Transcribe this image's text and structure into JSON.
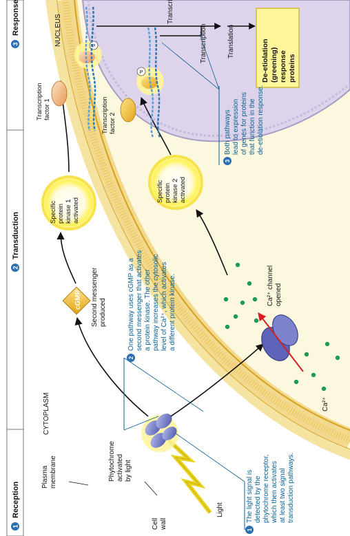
{
  "stages": [
    {
      "number": "1",
      "label": "Reception"
    },
    {
      "number": "2",
      "label": "Transduction"
    },
    {
      "number": "3",
      "label": "Response"
    }
  ],
  "regions": {
    "nucleus": "NUCLEUS",
    "cytoplasm": "CYTOPLASM"
  },
  "labels": {
    "plasma_membrane": [
      "Plasma",
      "membrane"
    ],
    "cell_wall": [
      "Cell",
      "wall"
    ],
    "light": "Light",
    "phytochrome": [
      "Phytochrome",
      "activated",
      "by light"
    ],
    "cgmp": "cGMP",
    "second_messenger": [
      "Second messenger",
      "produced"
    ],
    "kinase1": [
      "Specific",
      "protein",
      "kinase 1",
      "activated"
    ],
    "kinase2": [
      "Specific",
      "protein",
      "kinase 2",
      "activated"
    ],
    "tf1": [
      "Transcription",
      "factor 1"
    ],
    "tf2": [
      "Transcription",
      "factor 2"
    ],
    "p": "P",
    "transcription": "Transcription",
    "translation": "Translation",
    "proteins": [
      "De-etiolation",
      "(greening)",
      "response",
      "proteins"
    ],
    "ca_channel": [
      "Ca²⁺ channel",
      "opened"
    ],
    "ca_ion": "Ca²⁺"
  },
  "captions": {
    "step1": {
      "number": "1",
      "lines": [
        "The light signal is",
        "detected by the",
        "phytochrome receptor,",
        "which then activates",
        "at least two signal",
        "transduction pathways."
      ]
    },
    "step2": {
      "number": "2",
      "lines": [
        "One pathway uses cGMP as a",
        "second messenger that activates",
        "a protein kinase. The other",
        "pathway increases the cytosolic",
        "level of Ca²⁺, which activates",
        "a different protein kinase."
      ]
    },
    "step3": {
      "number": "3",
      "lines": [
        "Both pathways",
        "lead to expression",
        "of genes for proteins",
        "that function in the",
        "de-etiolation response."
      ]
    }
  },
  "colors": {
    "cytoplasm": "#fbf6d6",
    "nucleus": "#ddd3ea",
    "membrane": "#e6b830",
    "caption": "#0b5f8f",
    "badge": "#2a6fb0",
    "ca_ion": "#1f9a55",
    "red_arrow": "#d42020"
  }
}
